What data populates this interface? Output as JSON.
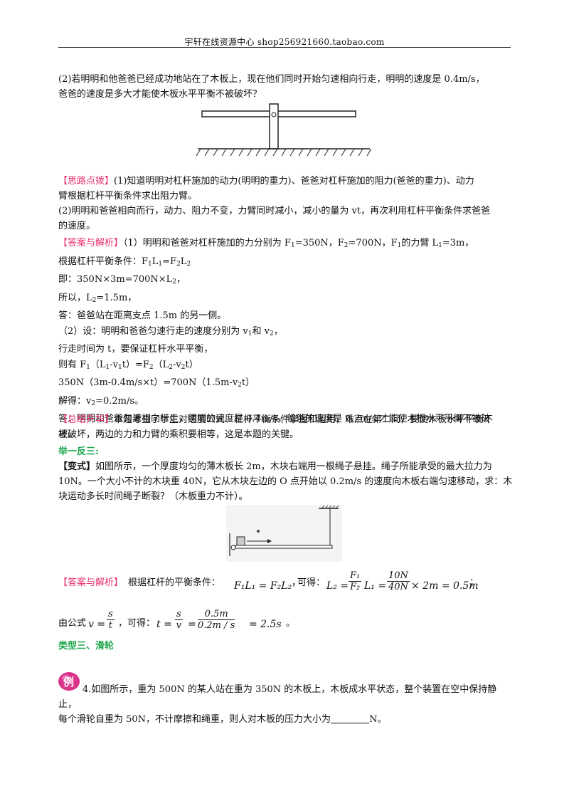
{
  "header": {
    "text": "宇轩在线资源中心   shop256921660.taobao.com"
  },
  "q2": {
    "line1": "(2)若明明和他爸爸已经成功地站在了木板上，现在他们同时开始匀速相向行走，明明的速度是 0.4m/s，",
    "line2": "爸爸的速度是多大才能使木板水平平衡不被破坏？"
  },
  "hint": {
    "tag": "【思路点拨】",
    "line1": "(1)知道明明对杠杆施加的动力(明明的重力)、爸爸对杠杆施加的阻力(爸爸的重力)、动力",
    "line2": "臂根据杠杆平衡条件求出阻力臂。",
    "line3": "(2)明明和爸爸相向而行，动力、阻力不变，力臂同时减小，减小的量为 vt，再次利用杠杆平衡条件求爸爸",
    "line4": "的速度。"
  },
  "answer": {
    "tag": "【答案与解析】",
    "l1a": "（1）明明和爸爸对杠杆施加的力分别为 F",
    "l1b": "=350N，F",
    "l1c": "=700N，F",
    "l1d": "的力臂 L",
    "l1e": "=3m，",
    "l2a": "根据杠杆平衡条件：F",
    "l2b": "L",
    "l2c": "=F",
    "l2d": "L",
    "l3a": "即：350N×3m=700N×L",
    "l3b": "，",
    "l4a": "所以，L",
    "l4b": "=1.5m，",
    "l5": "答：爸爸站在距离支点 1.5m 的另一侧。",
    "l6a": "（2）设：明明和爸爸匀速行走的速度分别为 v",
    "l6b": "和 v",
    "l6c": "，",
    "l7": "行走时间为 t，要保证杠杆水平平衡，",
    "l8a": "则有 F",
    "l8b": "（L",
    "l8c": "-v",
    "l8d": "t）=F",
    "l8e": "（L",
    "l8f": "-v",
    "l8g": "t）",
    "l9a": "350N（3m-0.4m/s×t）=700N（1.5m-v",
    "l9b": "t）",
    "l10a": "解得：v",
    "l10b": "=0.2m/s。",
    "l11": "答：明明和爸爸匀速相向行走，明明的速度是 0.4m/s，爸爸的速度是 0.2m/s 才能使木板水平平衡不被破",
    "l12": "坏。"
  },
  "summary": {
    "tag": "【总结升华】",
    "line1": "本题考查了学生对速度公式、杠杆平衡条件掌握和运用，难点在第二问，要使木板水平平衡不",
    "line2": "被破坏，两边的力和力臂的乘积要相等，这是本题的关键。"
  },
  "practice": {
    "title": "举一反三:"
  },
  "variant": {
    "tag": "【变式】",
    "line1": "如图所示，一个厚度均匀的薄木板长 2m，木块右端用一根绳子悬挂。绳子所能承受的最大拉力为",
    "line2": "10N。一个大小不计的木块重 40N，它从木块左边的 O 点开始以 0.2m/s 的速度向木板右端匀速移动，求：木",
    "line3": "块运动多长时间绳子断裂？（木板重力不计）。"
  },
  "answer2": {
    "tag": "【答案与解析】",
    "text": "根据杠杆的平衡条件：",
    "comma": "，",
    "can_get": "可得：",
    "eq1_lhs": "F₁L₁ = F₂L₂",
    "eq2_lhs": "L₂ =",
    "f_num": "F₁",
    "f_den": "F₂",
    "l1": "L₁ =",
    "n_num": "10N",
    "n_den": "40N",
    "tail": "× 2m = 0.5m",
    "semi": "；"
  },
  "formula": {
    "prefix": "由公式",
    "v": "v =",
    "s": "s",
    "t": "t",
    "comma": "，可得：",
    "t2": "t =",
    "s2": "s",
    "v2": "v",
    "eq": "=",
    "num": "0.5m",
    "den": "0.2m / s",
    "res": "= 2.5s",
    "end": "。"
  },
  "section": {
    "title": "类型三、滑轮"
  },
  "badge": {
    "text": "例"
  },
  "q4": {
    "line1": "4.如图所示，重为 500N 的某人站在重为 350N 的木板上，木板成水平状态，整个装置在空中保持静止，",
    "line2a": "每个滑轮自重为 50N，不计摩擦和绳重，则人对木板的压力大小为",
    "line2b": "N。"
  },
  "colors": {
    "tag": "#e8306f",
    "green": "#1aa64a",
    "badge": "#d9338a"
  }
}
